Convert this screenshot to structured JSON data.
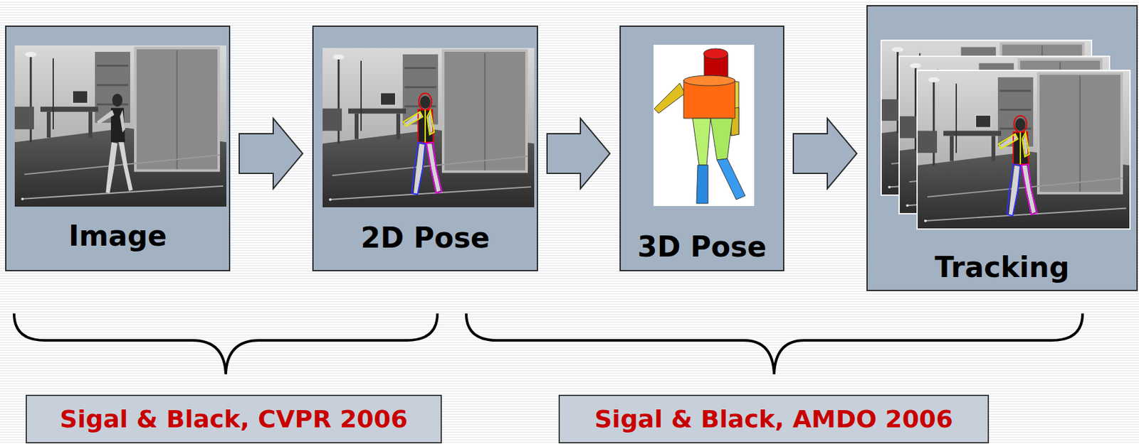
{
  "diagram": {
    "nodes": [
      {
        "text": [
          "Image"
        ]
      },
      {
        "text": [
          "2D Pose"
        ]
      },
      {
        "text": [
          "3D Pose"
        ]
      },
      {
        "text": [
          "Tracking"
        ]
      },
      {
        "text": [
          "Sigal & Black, CVPR 2006"
        ]
      },
      {
        "text": [
          "Sigal & Black, AMDO 2006"
        ]
      }
    ],
    "edges": [
      {
        "from": 0,
        "to": 1,
        "arrow": "to"
      },
      {
        "from": 1,
        "to": 2,
        "arrow": "to"
      },
      {
        "from": 2,
        "to": 3,
        "arrow": "to"
      }
    ]
  }
}
